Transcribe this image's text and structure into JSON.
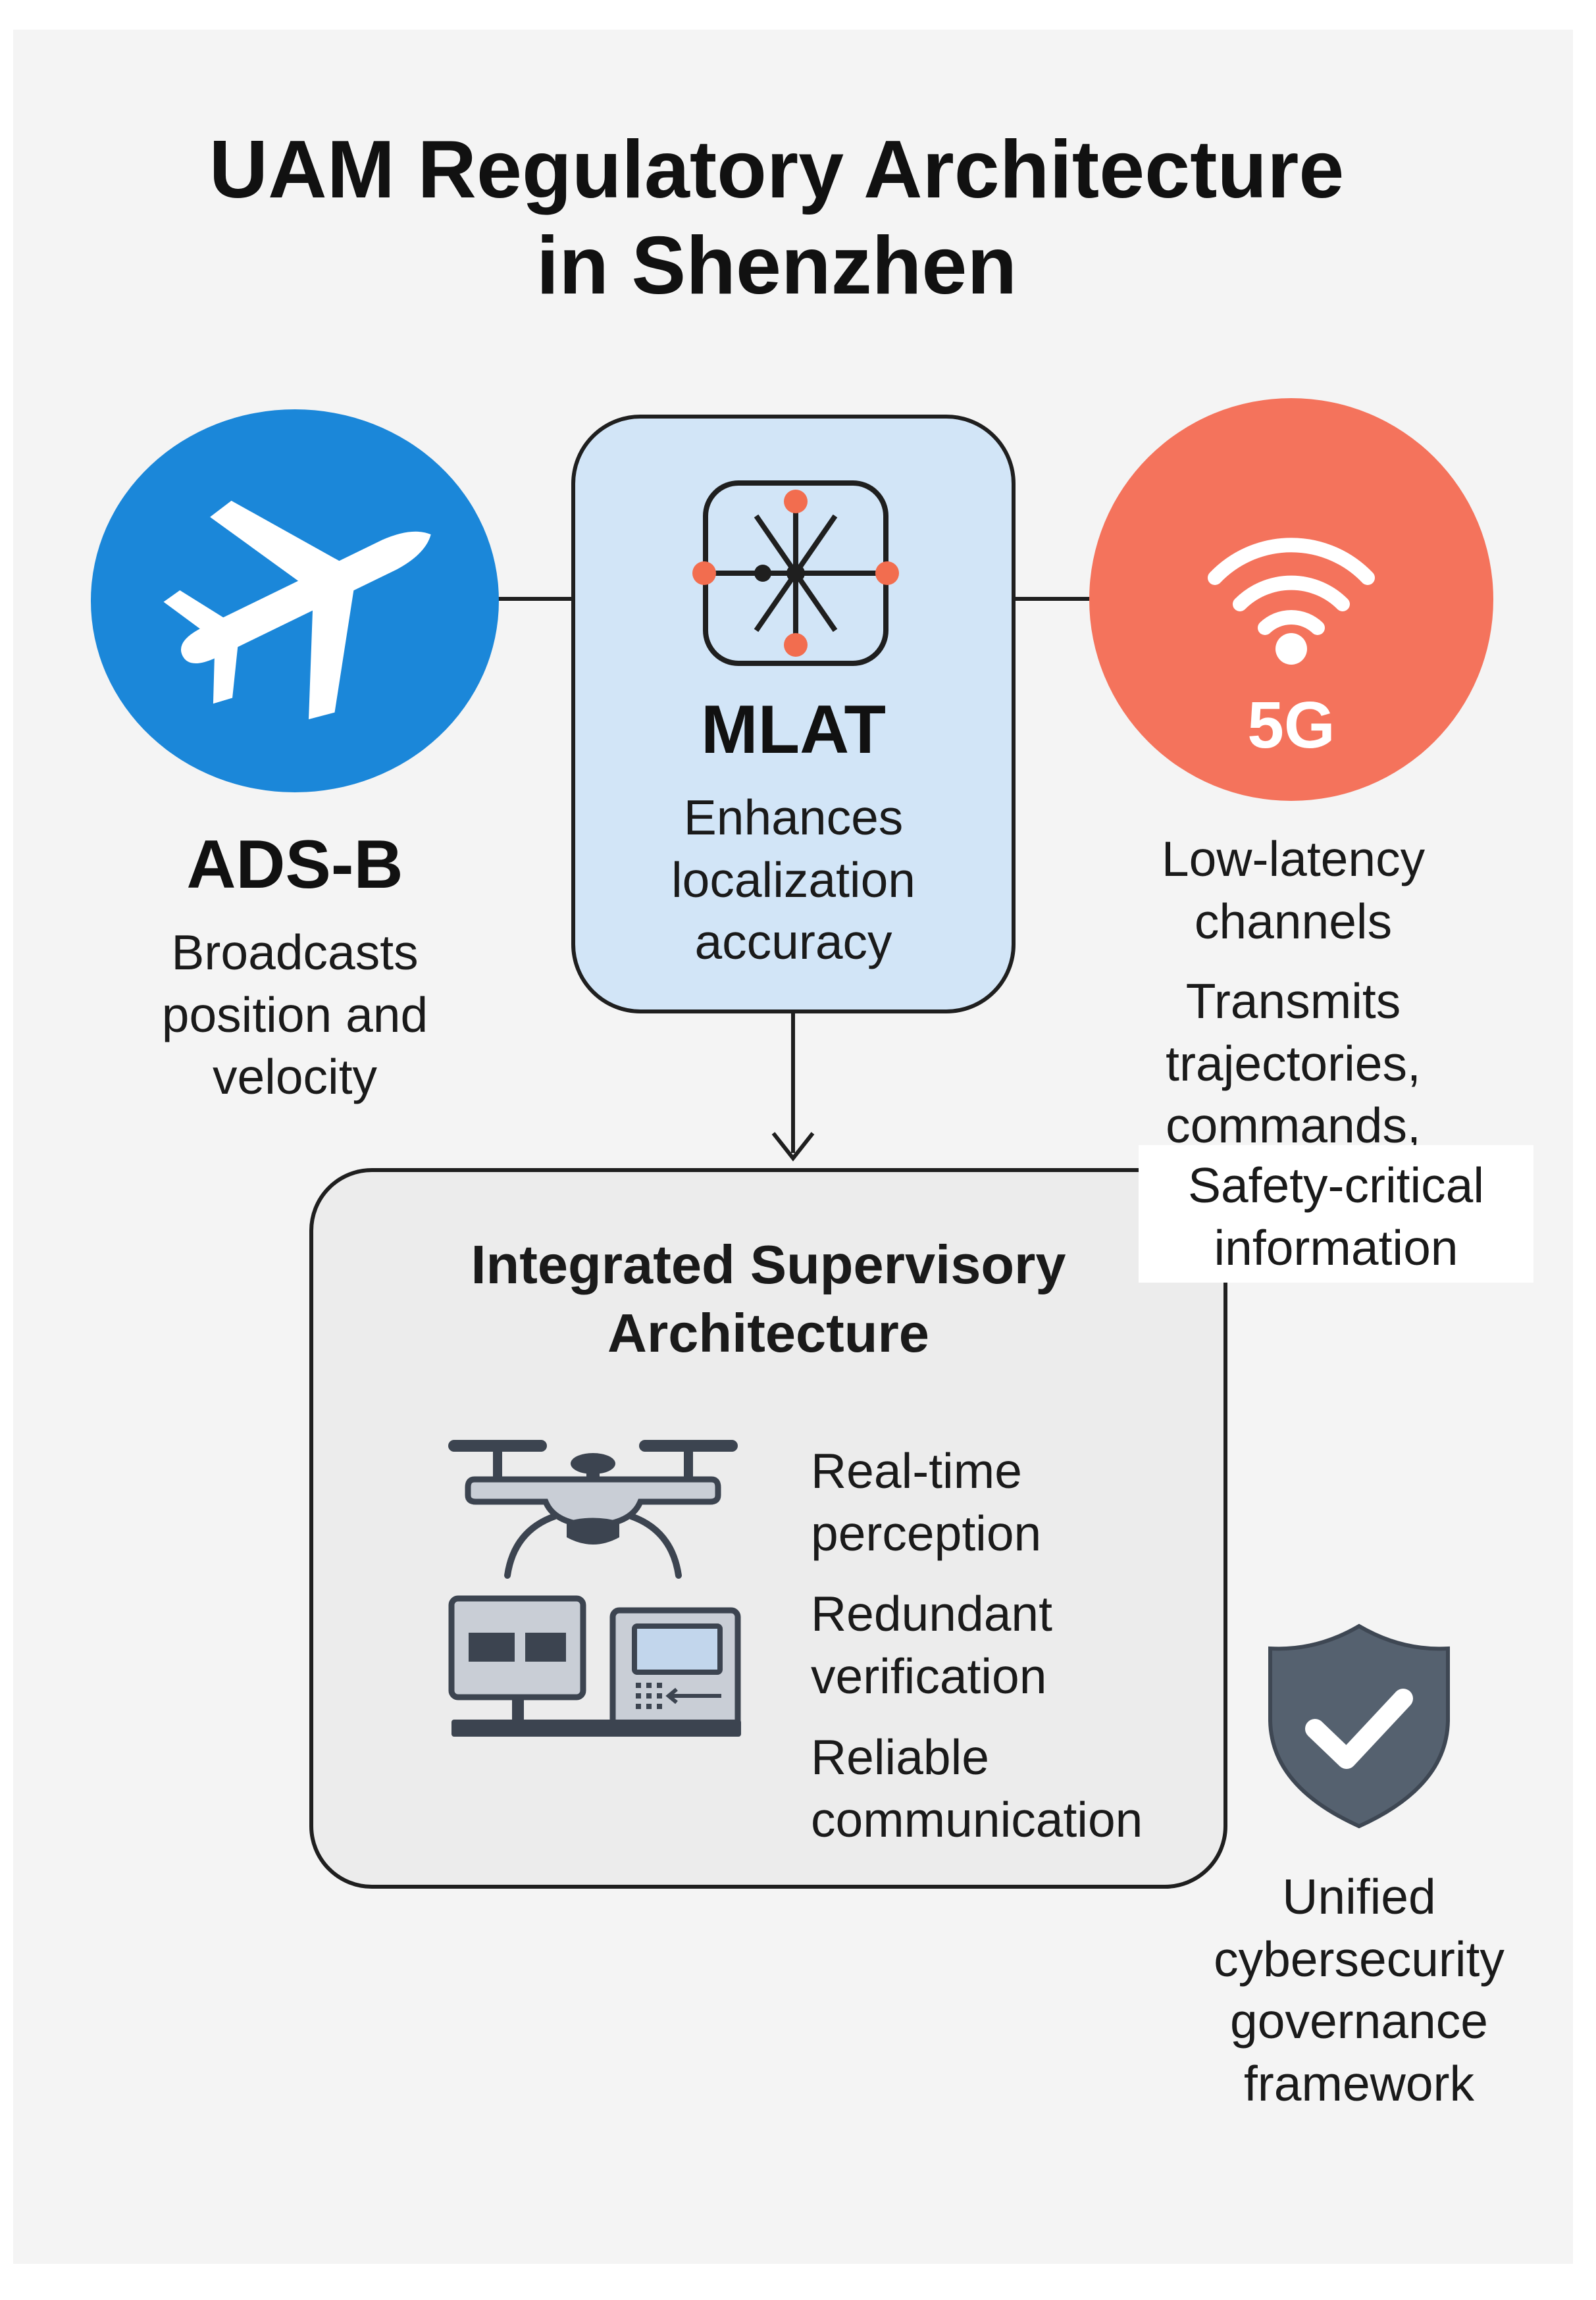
{
  "title": [
    "UAM Regulatory Architecture",
    "in Shenzhen"
  ],
  "colors": {
    "adsb": "#1b87d9",
    "mlat_fill": "#d2e5f7",
    "fiveg": "#f4735c",
    "mlat_dots": "#f26d4f",
    "shield": "#55616f",
    "supervisory_fill": "#ececec",
    "background": "#f4f4f4"
  },
  "adsb": {
    "icon": "airplane-icon",
    "label": "ADS-B",
    "description": [
      "Broadcasts",
      "position and",
      "velocity"
    ]
  },
  "mlat": {
    "icon": "mlat-network-icon",
    "label": "MLAT",
    "description": [
      "Enhances",
      "localization",
      "accuracy"
    ]
  },
  "fiveg": {
    "icon": "wifi-signal-icon",
    "label": "5G",
    "description": [
      "Low-latency",
      "channels"
    ],
    "description2": [
      "Transmits",
      "trajectories,",
      "commands,"
    ],
    "description3": [
      "Safety-critical",
      "information"
    ]
  },
  "supervisory": {
    "title": [
      "Integrated Supervisory",
      "Architecture"
    ],
    "icons": [
      "drone-icon",
      "control-station-icon"
    ],
    "features": [
      [
        "Real-time",
        "perception"
      ],
      [
        "Redundant",
        "verification"
      ],
      [
        "Reliable",
        "communication"
      ]
    ]
  },
  "cybersecurity": {
    "icon": "shield-check-icon",
    "description": [
      "Unified",
      "cybersecurity",
      "governance",
      "framework"
    ]
  }
}
